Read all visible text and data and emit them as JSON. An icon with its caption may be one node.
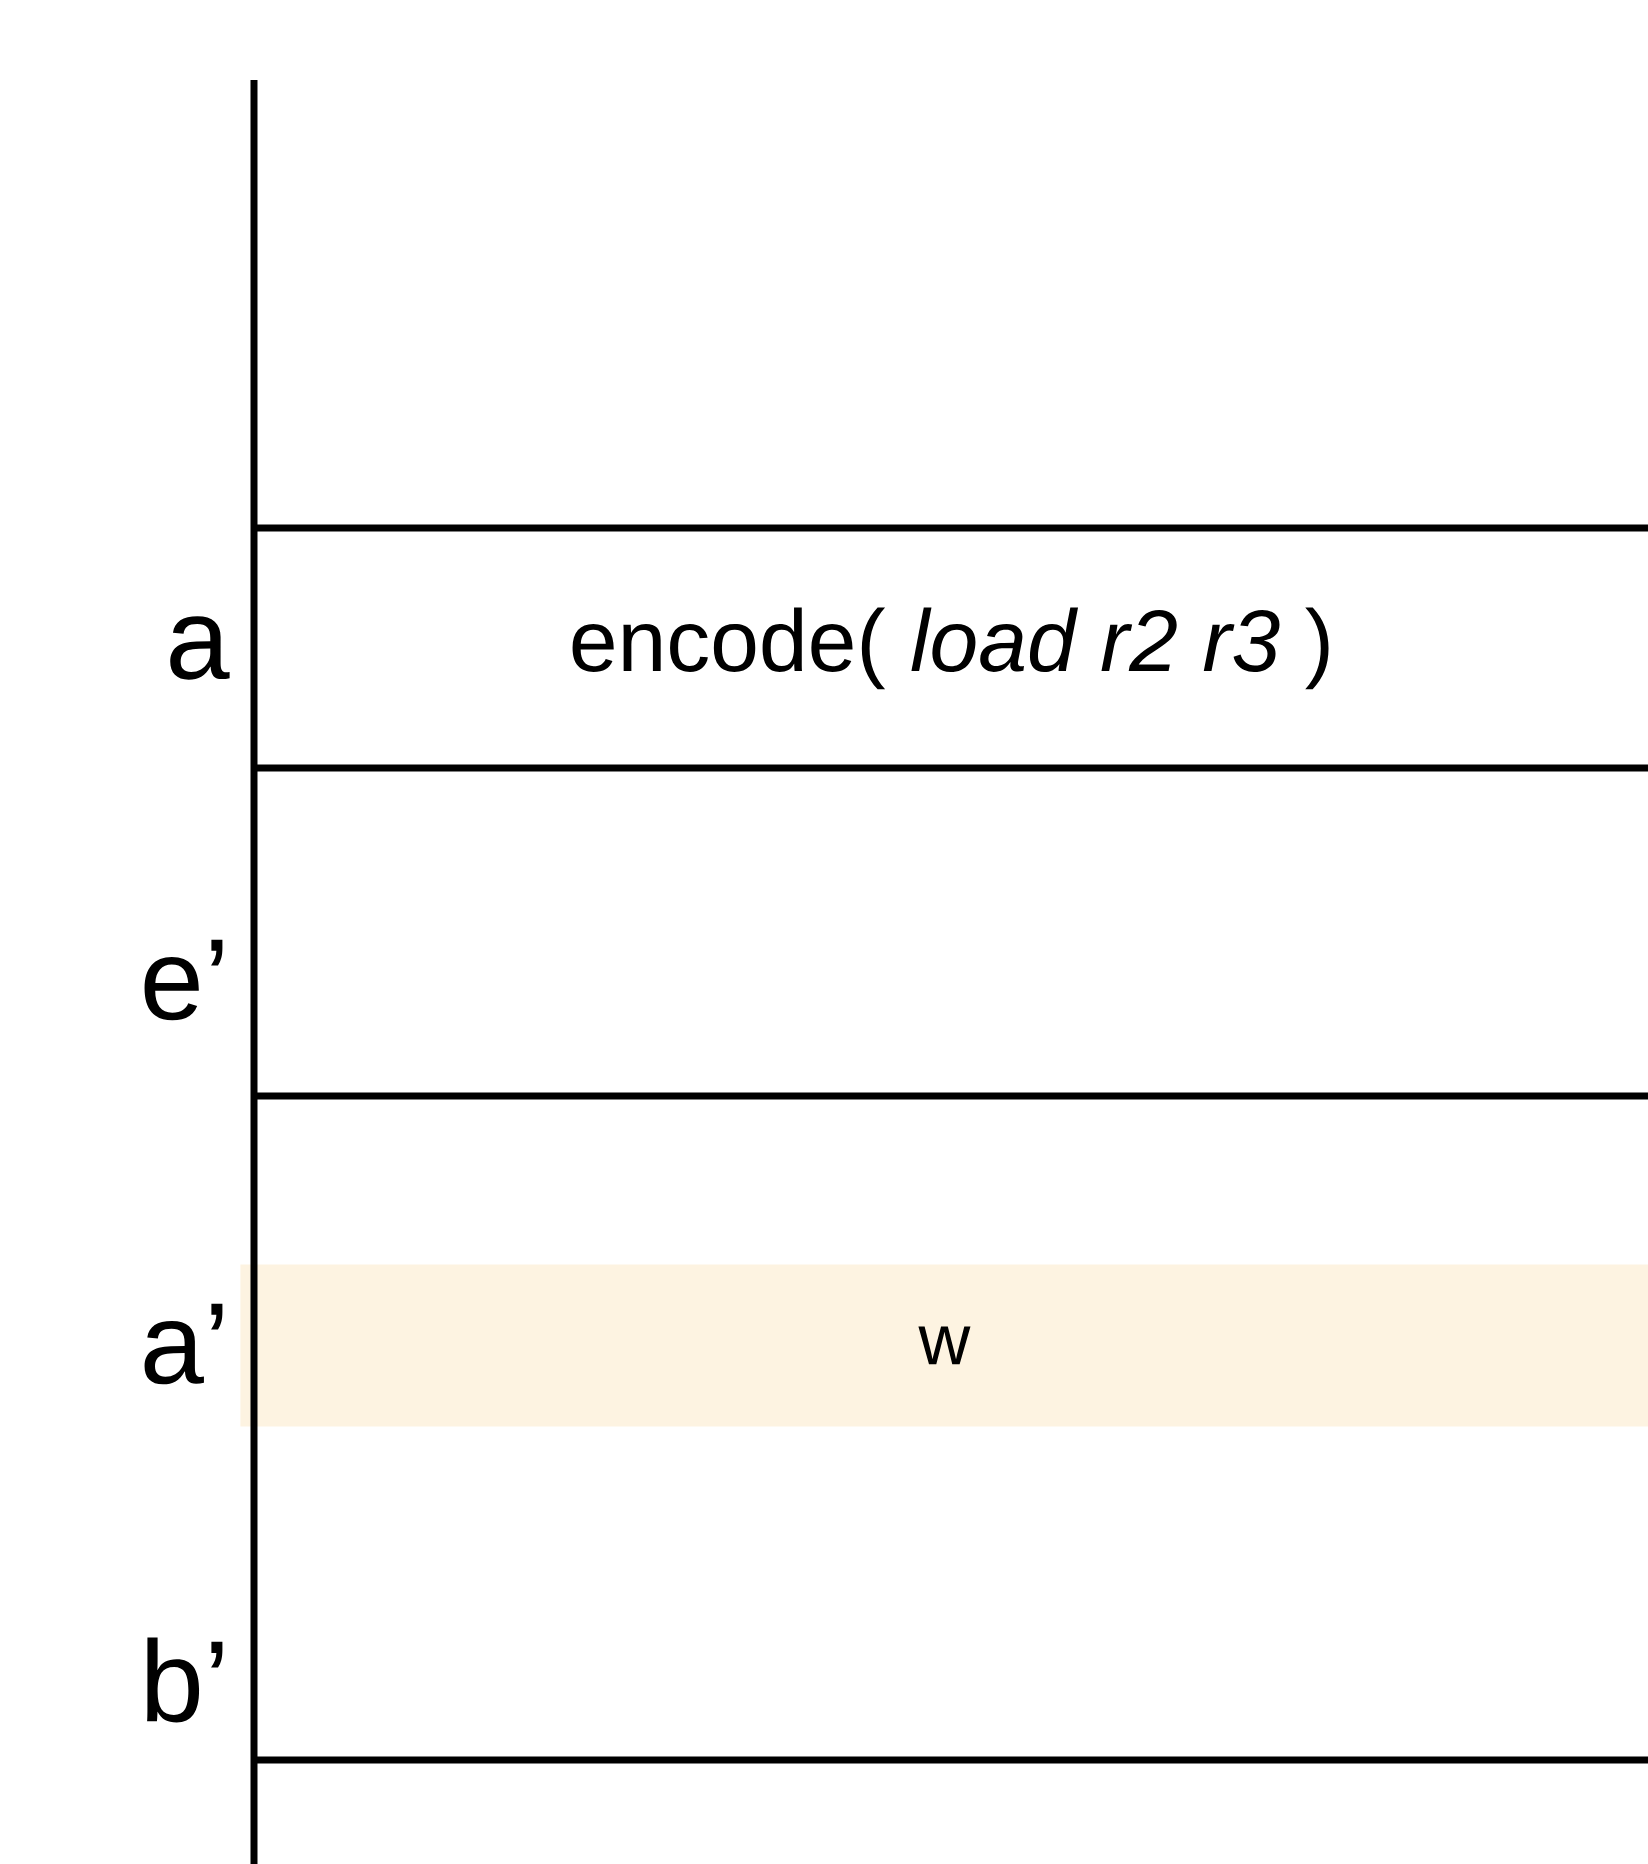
{
  "diagram": {
    "nodes": [
      {
        "text": [
          "encode( *load r2 r3* )"
        ]
      },
      {
        "text": [
          "w"
        ]
      }
    ],
    "labels": [
      "a",
      "e’",
      "a’",
      "b’"
    ]
  }
}
